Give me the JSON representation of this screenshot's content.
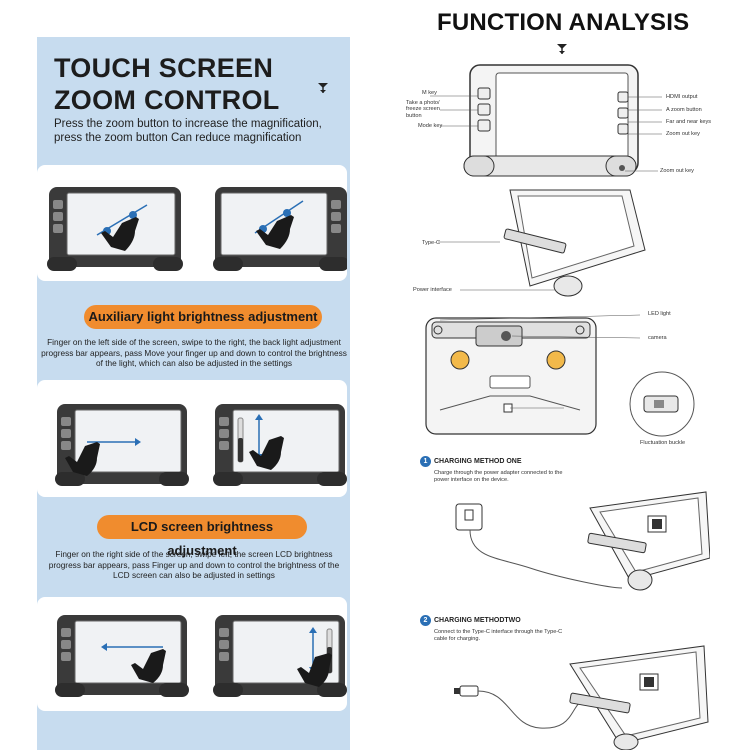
{
  "left": {
    "touch_title_line1": "TOUCH SCREEN",
    "touch_title_line2": "ZOOM CONTROL",
    "touch_desc": "Press the zoom button to increase the magnification, press the zoom button Can reduce magnification",
    "aux_title": "Auxiliary light brightness adjustment",
    "aux_desc": "Finger on the left side of the screen, swipe to the right, the back light adjustment progress bar appears, pass Move your finger up and down to control the brightness of the light, which can also be adjusted in the settings",
    "lcd_title": "LCD screen brightness adjustment",
    "lcd_desc": "Finger on the right side of the screen, swipe left, the screen LCD brightness progress bar appears, pass Finger up and down to control the brightness of the LCD screen can also be adjusted in settings"
  },
  "right": {
    "title": "FUNCTION ANALYSIS",
    "labels": {
      "m_key": "M key",
      "photo_freeze": "Take a photo/ freeze screen button",
      "mode_key": "Mode key",
      "hdmi": "HDMI output",
      "zoom_button": "A zoom button",
      "far_near": "Far and near keys",
      "zoom_out_1": "Zoom out key",
      "zoom_out_2": "Zoom out key",
      "type_c": "Type-C",
      "power_interface": "Power interface",
      "led_light": "LED light",
      "camera": "camera",
      "buckle": "Fluctuation buckle"
    },
    "charging": [
      {
        "num": "1",
        "title": "CHARGING METHOD ONE",
        "desc": "Charge through the power adapter connected to the power interface on the device."
      },
      {
        "num": "2",
        "title": "CHARGING METHODTWO",
        "desc": "Connect to the Type-C interface through the Type-C cable for charging."
      }
    ]
  },
  "colors": {
    "panel_bg": "#c7dcef",
    "pill_orange": "#f08c2e",
    "step_blue": "#2a6fb5"
  },
  "icons": [
    "down-chevron-icon",
    "hand-pointer-icon",
    "double-arrow-icon",
    "power-adapter-icon",
    "usb-c-cable-icon"
  ]
}
